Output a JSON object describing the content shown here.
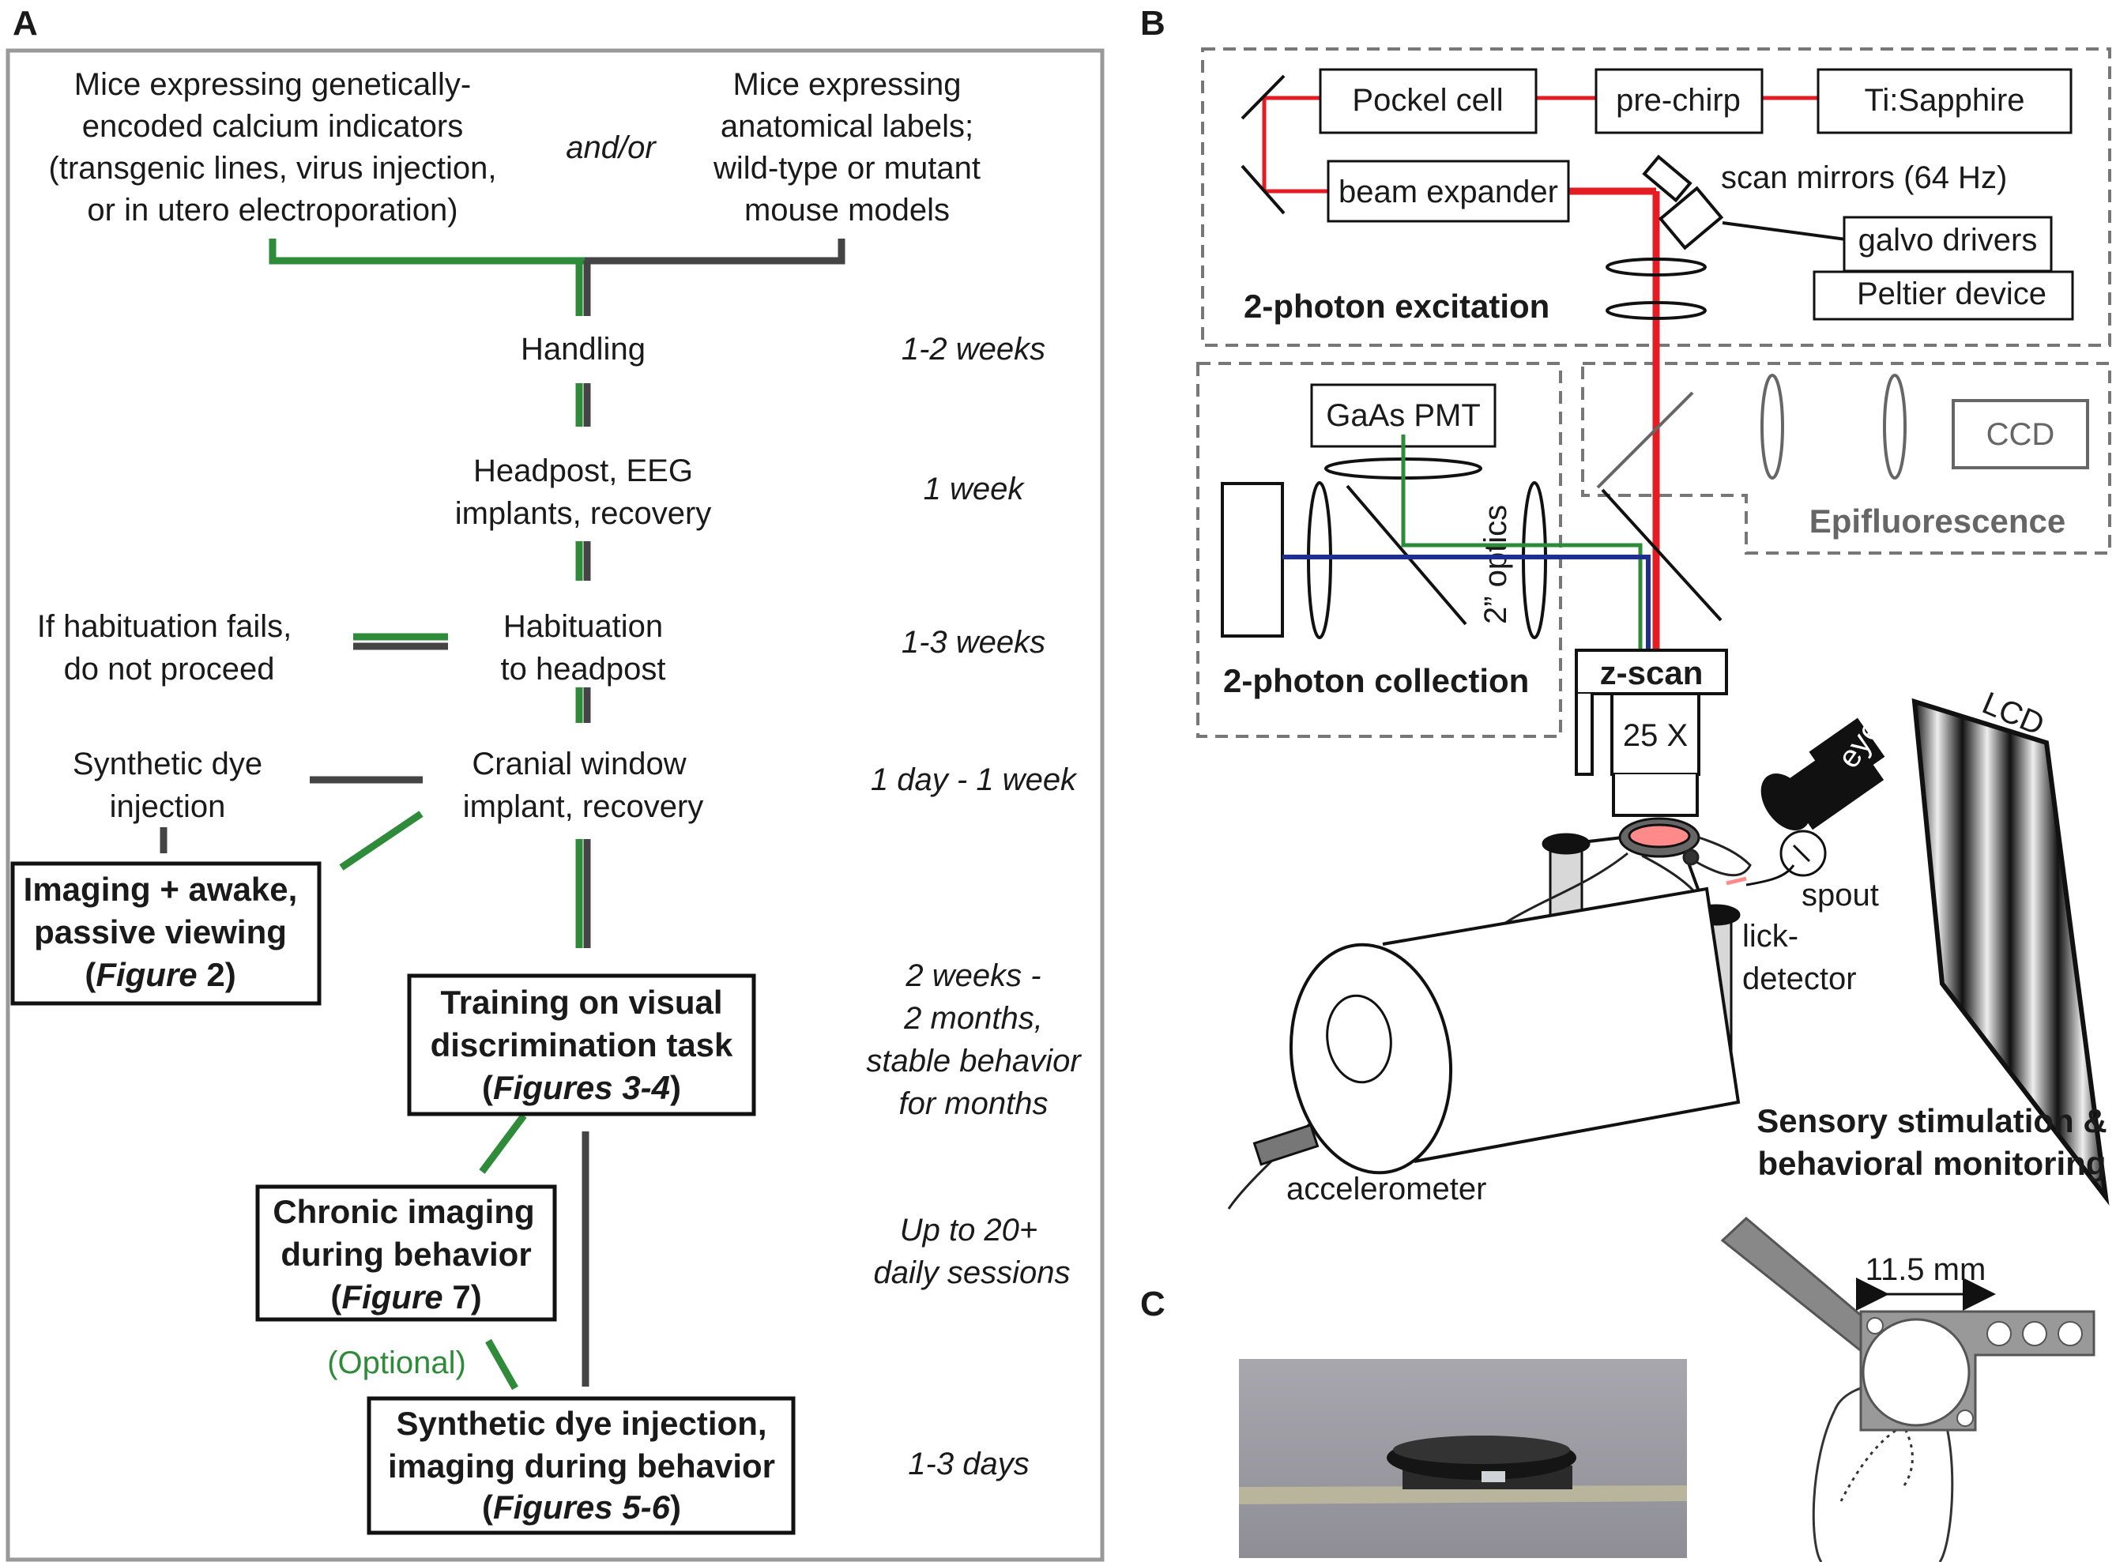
{
  "panel_labels": {
    "a": "A",
    "b": "B",
    "c": "C"
  },
  "colors": {
    "green": "#2e8b3a",
    "dark": "#444444",
    "red": "#e41d24",
    "blue": "#1f2f8f",
    "panel_border": "#999999"
  },
  "panel_a": {
    "mice_gcamp": [
      "Mice expressing genetically-",
      "encoded calcium indicators",
      "(transgenic lines, virus injection,",
      "or in utero electroporation)"
    ],
    "and_or": "and/or",
    "mice_anatomical": [
      "Mice expressing",
      "anatomical labels;",
      "wild-type or mutant",
      "mouse models"
    ],
    "handling": "Handling",
    "handling_time": "1-2 weeks",
    "headpost": [
      "Headpost, EEG",
      "implants, recovery"
    ],
    "headpost_time": "1 week",
    "habituation": [
      "Habituation",
      "to headpost"
    ],
    "habituation_time": "1-3 weeks",
    "hab_fail": [
      "If habituation fails,",
      "do not proceed"
    ],
    "cranial": [
      "Cranial window",
      "implant, recovery"
    ],
    "cranial_time": "1 day - 1 week",
    "synthetic": [
      "Synthetic dye",
      "injection"
    ],
    "imaging_awake": {
      "line1": "Imaging + awake,",
      "line2": "passive viewing",
      "fig": "Figure",
      "fig_num": "2"
    },
    "training": {
      "line1": "Training on visual",
      "line2": "discrimination task",
      "fig": "Figures 3-4"
    },
    "training_time": [
      "2 weeks -",
      "2 months,",
      "stable behavior",
      "for months"
    ],
    "chronic": {
      "line1": "Chronic imaging",
      "line2": "during behavior",
      "fig": "Figure",
      "fig_num": "7"
    },
    "chronic_time": [
      "Up to 20+",
      "daily sessions"
    ],
    "optional": "(Optional)",
    "synthetic_behavior": {
      "line1": "Synthetic dye injection,",
      "line2": "imaging during behavior",
      "fig": "Figures 5-6"
    },
    "synthetic_behavior_time": "1-3 days"
  },
  "panel_b": {
    "pockel": "Pockel cell",
    "prechirp": "pre-chirp",
    "tisapphire": "Ti:Sapphire",
    "beam_expander": "beam expander",
    "scan_mirrors": "scan mirrors (64 Hz)",
    "galvo": "galvo drivers",
    "peltier": "Peltier device",
    "excitation": "2-photon excitation",
    "gaas": "GaAs PMT",
    "optics": "2” optics",
    "collection": "2-photon collection",
    "ccd": "CCD",
    "epi": "Epifluorescence",
    "zscan": "z-scan",
    "objective": "25 X",
    "eye": "eye",
    "lcd": "LCD",
    "spout": "spout",
    "lick": [
      "lick-",
      "detector"
    ],
    "accelerometer": "accelerometer",
    "sensory": [
      "Sensory stimulation &",
      "behavioral monitoring"
    ]
  },
  "panel_c": {
    "scale": "11.5 mm"
  }
}
